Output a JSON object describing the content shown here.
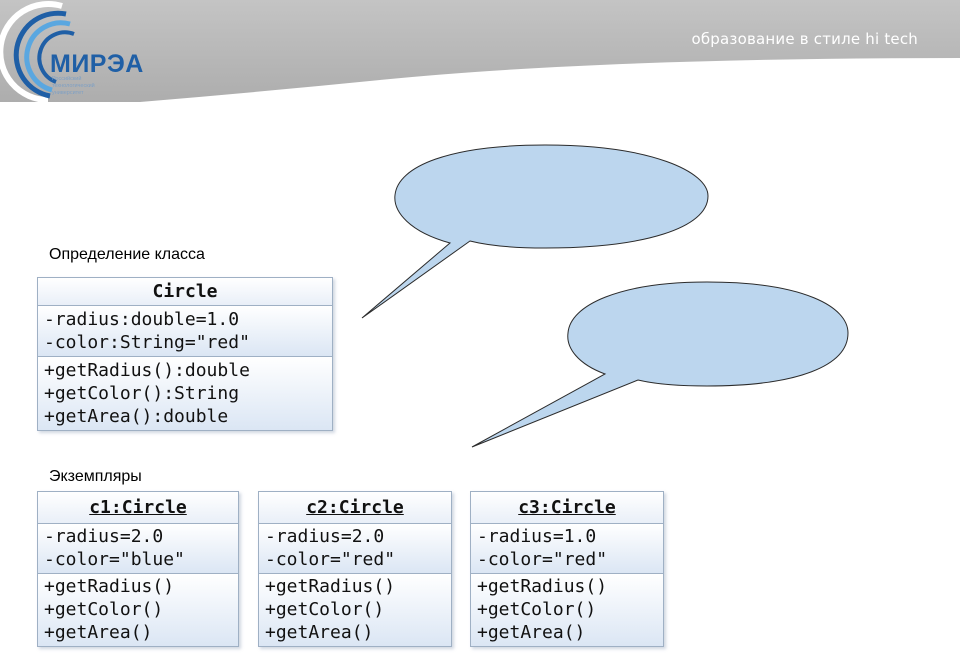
{
  "header": {
    "slogan": "образование в стиле hi tech",
    "logo_name": "МИРЭА",
    "logo_sub": [
      "Российский",
      "технологический",
      "университет"
    ],
    "colors": {
      "band": "#b9b9b9",
      "logo_blue": "#1f5fa6",
      "bubble_fill": "#bcd6ee",
      "bubble_stroke": "#2b2b2b"
    }
  },
  "diagram": {
    "class_label": "Определение класса",
    "instances_label": "Экземпляры",
    "class_box": {
      "name": "Circle",
      "attributes": [
        "-radius:double=1.0",
        "-color:String=\"red\""
      ],
      "methods": [
        "+getRadius():double",
        "+getColor():String",
        "+getArea():double"
      ]
    },
    "instances": [
      {
        "name": "c1:Circle",
        "attributes": [
          "-radius=2.0",
          "-color=\"blue\""
        ],
        "methods": [
          "+getRadius()",
          "+getColor()",
          "+getArea()"
        ]
      },
      {
        "name": "c2:Circle",
        "attributes": [
          "-radius=2.0",
          "-color=\"red\""
        ],
        "methods": [
          "+getRadius()",
          "+getColor()",
          "+getArea()"
        ]
      },
      {
        "name": "c3:Circle",
        "attributes": [
          "-radius=1.0",
          "-color=\"red\""
        ],
        "methods": [
          "+getRadius()",
          "+getColor()",
          "+getArea()"
        ]
      }
    ]
  }
}
